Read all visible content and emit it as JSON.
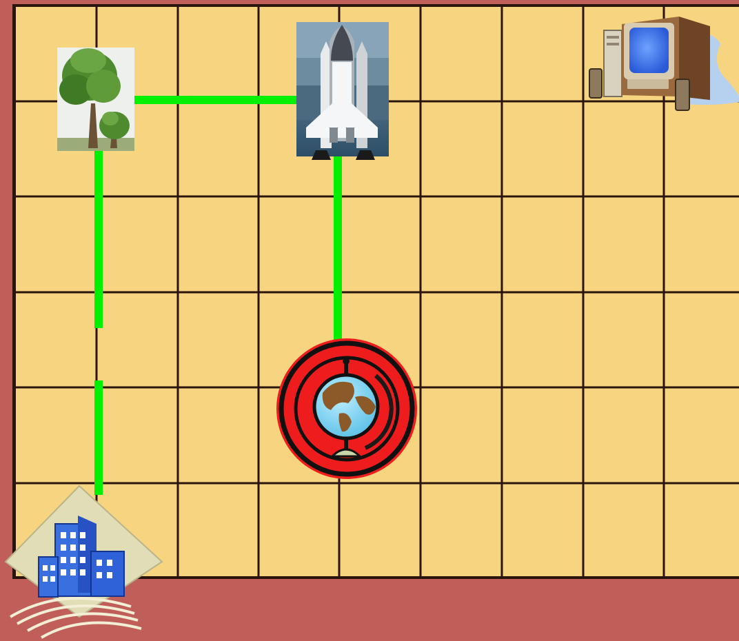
{
  "board": {
    "columns": 9,
    "rows": 6,
    "background_color": "#c05f5a",
    "cell_color": "#f7d47f",
    "grid_line_color": "#2a140c",
    "path_color": "#00f000"
  },
  "pieces": [
    {
      "name": "tree",
      "icon": "tree-icon"
    },
    {
      "name": "space-shuttle",
      "icon": "rocket-icon"
    },
    {
      "name": "computer",
      "icon": "computer-icon"
    },
    {
      "name": "globe-target",
      "icon": "globe-icon"
    },
    {
      "name": "city-buildings",
      "icon": "buildings-icon"
    }
  ],
  "paths": [
    {
      "name": "tree-to-shuttle",
      "from": "tree",
      "to": "space-shuttle"
    },
    {
      "name": "tree-down",
      "from": "tree",
      "to": "gap"
    },
    {
      "name": "gap-to-city",
      "from": "gap",
      "to": "city-buildings"
    },
    {
      "name": "shuttle-to-globe",
      "from": "space-shuttle",
      "to": "globe-target"
    }
  ]
}
